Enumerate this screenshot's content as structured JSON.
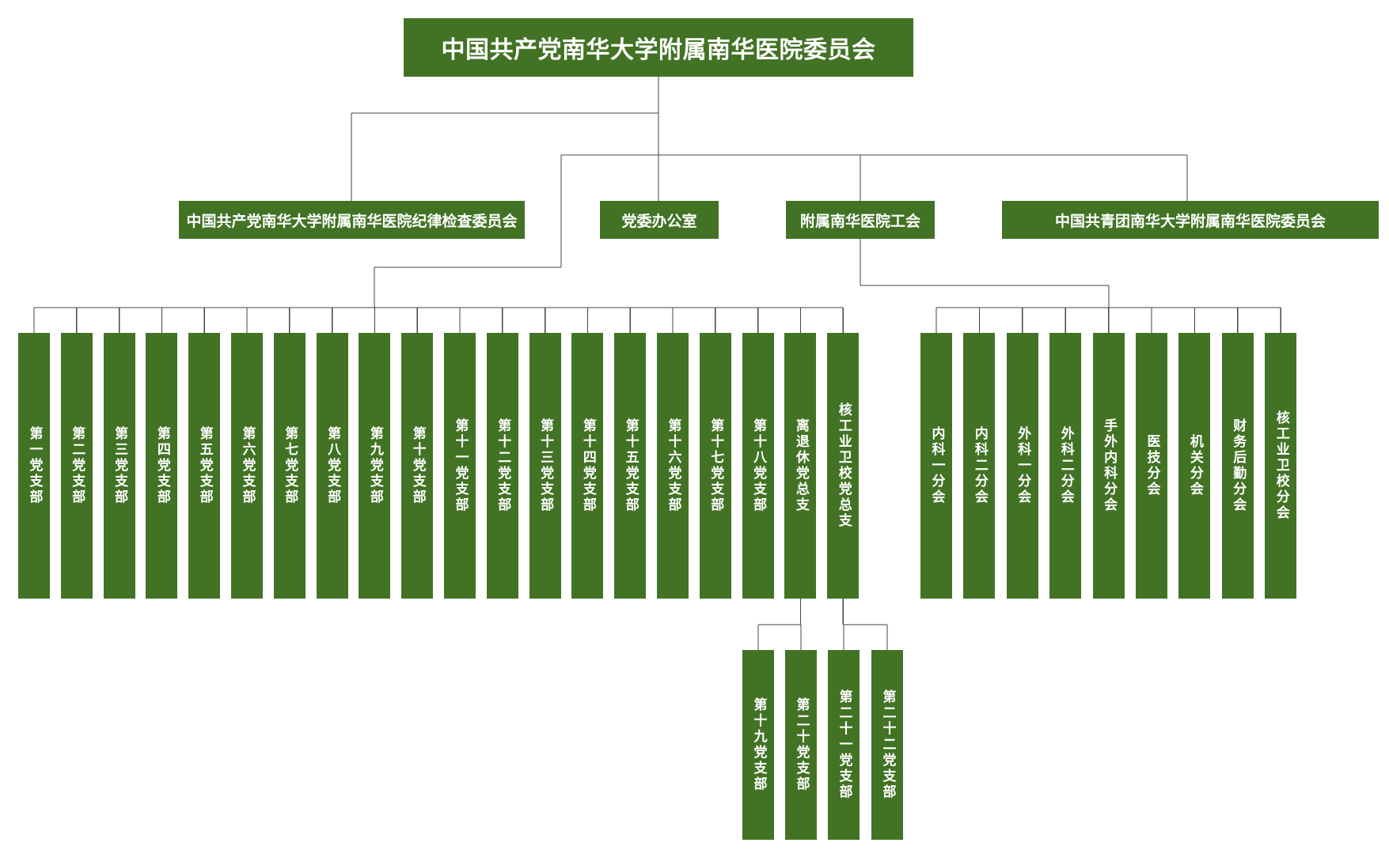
{
  "org_chart": {
    "root": "中国共产党南华大学附属南华医院委员会",
    "departments": [
      "中国共产党南华大学附属南华医院纪律检查委员会",
      "党委办公室",
      "附属南华医院工会",
      "中国共青团南华大学附属南华医院委员会"
    ],
    "branches": [
      "第一党支部",
      "第二党支部",
      "第三党支部",
      "第四党支部",
      "第五党支部",
      "第六党支部",
      "第七党支部",
      "第八党支部",
      "第九党支部",
      "第十党支部",
      "第十一党支部",
      "第十二党支部",
      "第十三党支部",
      "第十四党支部",
      "第十五党支部",
      "第十六党支部",
      "第十七党支部",
      "第十八党支部",
      "离退休党总支",
      "核工业卫校党总支"
    ],
    "retiree_sub_branches": [
      "第十九党支部",
      "第二十党支部"
    ],
    "nuclear_school_sub_branches": [
      "第二十一党支部",
      "第二十二党支部"
    ],
    "union_sub_branches": [
      "内科一分会",
      "内科二分会",
      "外科一分会",
      "外科二分会",
      "手外内科分会",
      "医技分会",
      "机关分会",
      "财务后勤分会",
      "核工业卫校分会"
    ],
    "colors": {
      "box_fill": "#427325",
      "box_text": "#ffffff",
      "connector": "#444444"
    }
  }
}
